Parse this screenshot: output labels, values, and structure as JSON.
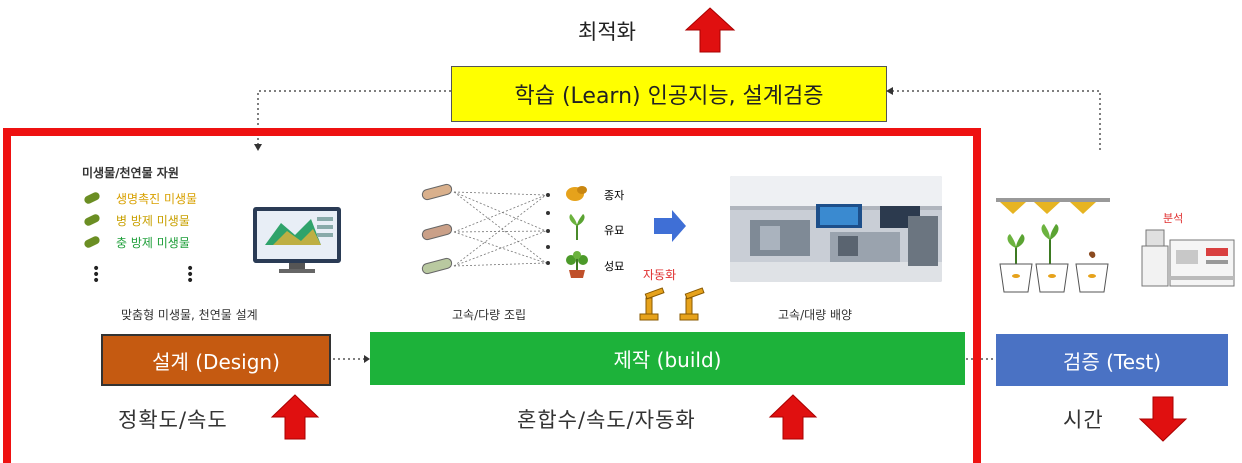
{
  "optimize_label": "최적화",
  "learn_box": "학습 (Learn) 인공지능, 설계검증",
  "design_panel": {
    "header": "미생물/천연물 자원",
    "items": [
      {
        "label": "생명촉진 미생물",
        "color": "#d8a000"
      },
      {
        "label": "병 방제 미생물",
        "color": "#c8a000"
      },
      {
        "label": "충 방제 미생물",
        "color": "#1f9f3a"
      }
    ],
    "caption": "맞춤형 미생물, 천연물 설계"
  },
  "build_panel": {
    "outputs": [
      "종자",
      "유묘",
      "성묘"
    ],
    "caption": "고속/다량 조립",
    "automation_label": "자동화"
  },
  "culture_caption": "고속/대량 배양",
  "test_panel": {
    "analysis_label": "분석"
  },
  "phases": {
    "design": "설계 (Design)",
    "build": "제작 (build)",
    "test": "검증 (Test)"
  },
  "bottom": {
    "design_metric": "정확도/속도",
    "build_metric": "혼합수/속도/자동화",
    "test_metric": "시간"
  },
  "colors": {
    "frame": "#ee1111",
    "learn": "#ffff00",
    "design": "#c55a11",
    "build": "#1db23a",
    "test": "#4a72c4",
    "up_arrow": "#e01010"
  }
}
